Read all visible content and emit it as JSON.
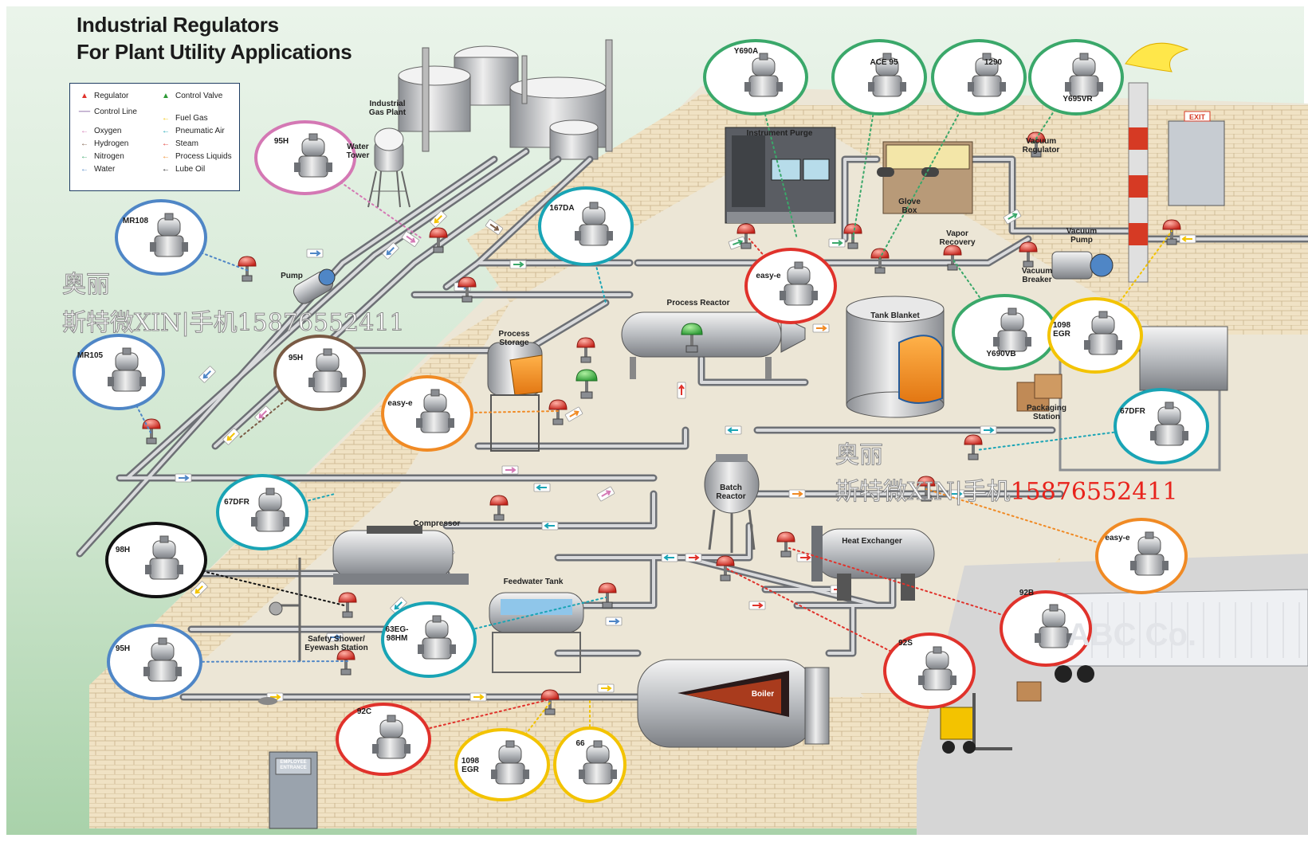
{
  "title": {
    "line1": "Industrial Regulators",
    "line2": "For Plant Utility Applications"
  },
  "colors": {
    "oxygen": "#d478b4",
    "hydrogen": "#7a5a44",
    "nitrogen": "#3aa86a",
    "water": "#4f86c6",
    "fuel_gas": "#f3c300",
    "pneumatic_air": "#19a4b5",
    "steam": "#e0322b",
    "process_liquids": "#f08a24",
    "lube_oil": "#111111",
    "control_line": "#6a3d8c",
    "ground": "#ece6d6",
    "brick": "#eddcbb",
    "sky": "#d3e7d4"
  },
  "legend": {
    "regulator": "Regulator",
    "control_valve": "Control Valve",
    "control_line": "Control Line",
    "fuel_gas": "Fuel Gas",
    "oxygen": "Oxygen",
    "pneumatic_air": "Pneumatic Air",
    "hydrogen": "Hydrogen",
    "steam": "Steam",
    "nitrogen": "Nitrogen",
    "process_liquids": "Process Liquids",
    "water": "Water",
    "lube_oil": "Lube Oil"
  },
  "labels": {
    "industrial_gas_plant": "Industrial\nGas Plant",
    "water_tower": "Water\nTower",
    "pump": "Pump",
    "process_storage": "Process\nStorage",
    "process_reactor": "Process Reactor",
    "instrument_purge": "Instrument Purge",
    "glove_box": "Glove\nBox",
    "vapor_recovery": "Vapor\nRecovery",
    "vacuum_regulator": "Vacuum\nRegulator",
    "vacuum_pump": "Vacuum\nPump",
    "vacuum_breaker": "Vacuum\nBreaker",
    "tank_blanket": "Tank Blanket",
    "exit": "EXIT",
    "packaging_station": "Packaging\nStation",
    "batch_reactor": "Batch\nReactor",
    "heat_exchanger": "Heat Exchanger",
    "compressor": "Compressor",
    "feedwater_tank": "Feedwater Tank",
    "safety_shower": "Safety Shower/\nEyewash Station",
    "boiler": "Boiler",
    "employee_entrance": "EMPLOYEE\nENTRANCE",
    "trailer": "ABC Co."
  },
  "products": [
    {
      "id": "95H",
      "label": "95H",
      "border": "#d478b4"
    },
    {
      "id": "MR108",
      "label": "MR108",
      "border": "#4f86c6"
    },
    {
      "id": "MR105",
      "label": "MR105",
      "border": "#4f86c6"
    },
    {
      "id": "95H",
      "label": "95H",
      "border": "#7a5a44"
    },
    {
      "id": "167DA",
      "label": "167DA",
      "border": "#19a4b5"
    },
    {
      "id": "easy-e",
      "label": "easy-e",
      "border": "#f08a24"
    },
    {
      "id": "67DFR",
      "label": "67DFR",
      "border": "#19a4b5"
    },
    {
      "id": "98H",
      "label": "98H",
      "border": "#111111"
    },
    {
      "id": "95H",
      "label": "95H",
      "border": "#4f86c6"
    },
    {
      "id": "63EG-98HM",
      "label": "63EG-\n98HM",
      "border": "#19a4b5"
    },
    {
      "id": "92C",
      "label": "92C",
      "border": "#e0322b"
    },
    {
      "id": "1098 EGR",
      "label": "1098\nEGR",
      "border": "#f3c300"
    },
    {
      "id": "66",
      "label": "66",
      "border": "#f3c300"
    },
    {
      "id": "Y690A",
      "label": "Y690A",
      "border": "#3aa86a"
    },
    {
      "id": "ACE 95",
      "label": "ACE 95",
      "border": "#3aa86a"
    },
    {
      "id": "1290",
      "label": "1290",
      "border": "#3aa86a"
    },
    {
      "id": "Y695VR",
      "label": "Y695VR",
      "border": "#3aa86a"
    },
    {
      "id": "easy-e",
      "label": "easy-e",
      "border": "#e0322b"
    },
    {
      "id": "Y690VB",
      "label": "Y690VB",
      "border": "#3aa86a"
    },
    {
      "id": "1098 EGR",
      "label": "1098\nEGR",
      "border": "#f3c300"
    },
    {
      "id": "67DFR",
      "label": "67DFR",
      "border": "#19a4b5"
    },
    {
      "id": "easy-e",
      "label": "easy-e",
      "border": "#f08a24"
    },
    {
      "id": "92B",
      "label": "92B",
      "border": "#e0322b"
    },
    {
      "id": "92S",
      "label": "92S",
      "border": "#e0322b"
    }
  ],
  "watermark": {
    "line1": "奥丽",
    "line2a": "斯特微XIN|手机15876552411",
    "line2b_prefix": "斯特微XIN|手机",
    "line2b_number": "15876552411"
  }
}
